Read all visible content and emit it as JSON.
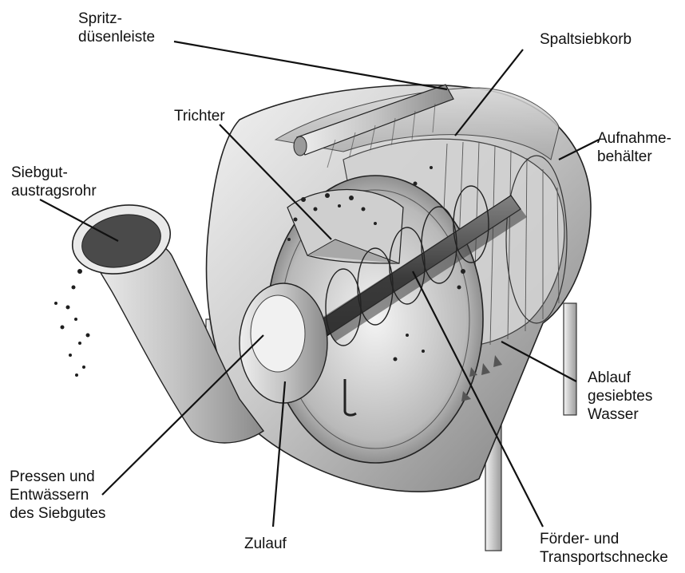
{
  "labels": {
    "spritz": [
      "Spritz-",
      "düsenleiste"
    ],
    "spaltsiebkorb": [
      "Spaltsiebkorb"
    ],
    "trichter": [
      "Trichter"
    ],
    "aufnahme": [
      "Aufnahme-",
      "behälter"
    ],
    "siebgut": [
      "Siebgut-",
      "austragsrohr"
    ],
    "ablauf": [
      "Ablauf",
      "gesiebtes",
      "Wasser"
    ],
    "pressen": [
      "Pressen und",
      "Entwässern",
      "des Siebgutes"
    ],
    "zulauf": [
      "Zulauf"
    ],
    "foerder": [
      "Förder- und",
      "Transportschnecke"
    ]
  },
  "colors": {
    "line": "#111111",
    "metal_light": "#e4e4e4",
    "metal_mid": "#b8b8b8",
    "metal_dark": "#6a6a6a",
    "shadow": "#3a3a3a"
  }
}
